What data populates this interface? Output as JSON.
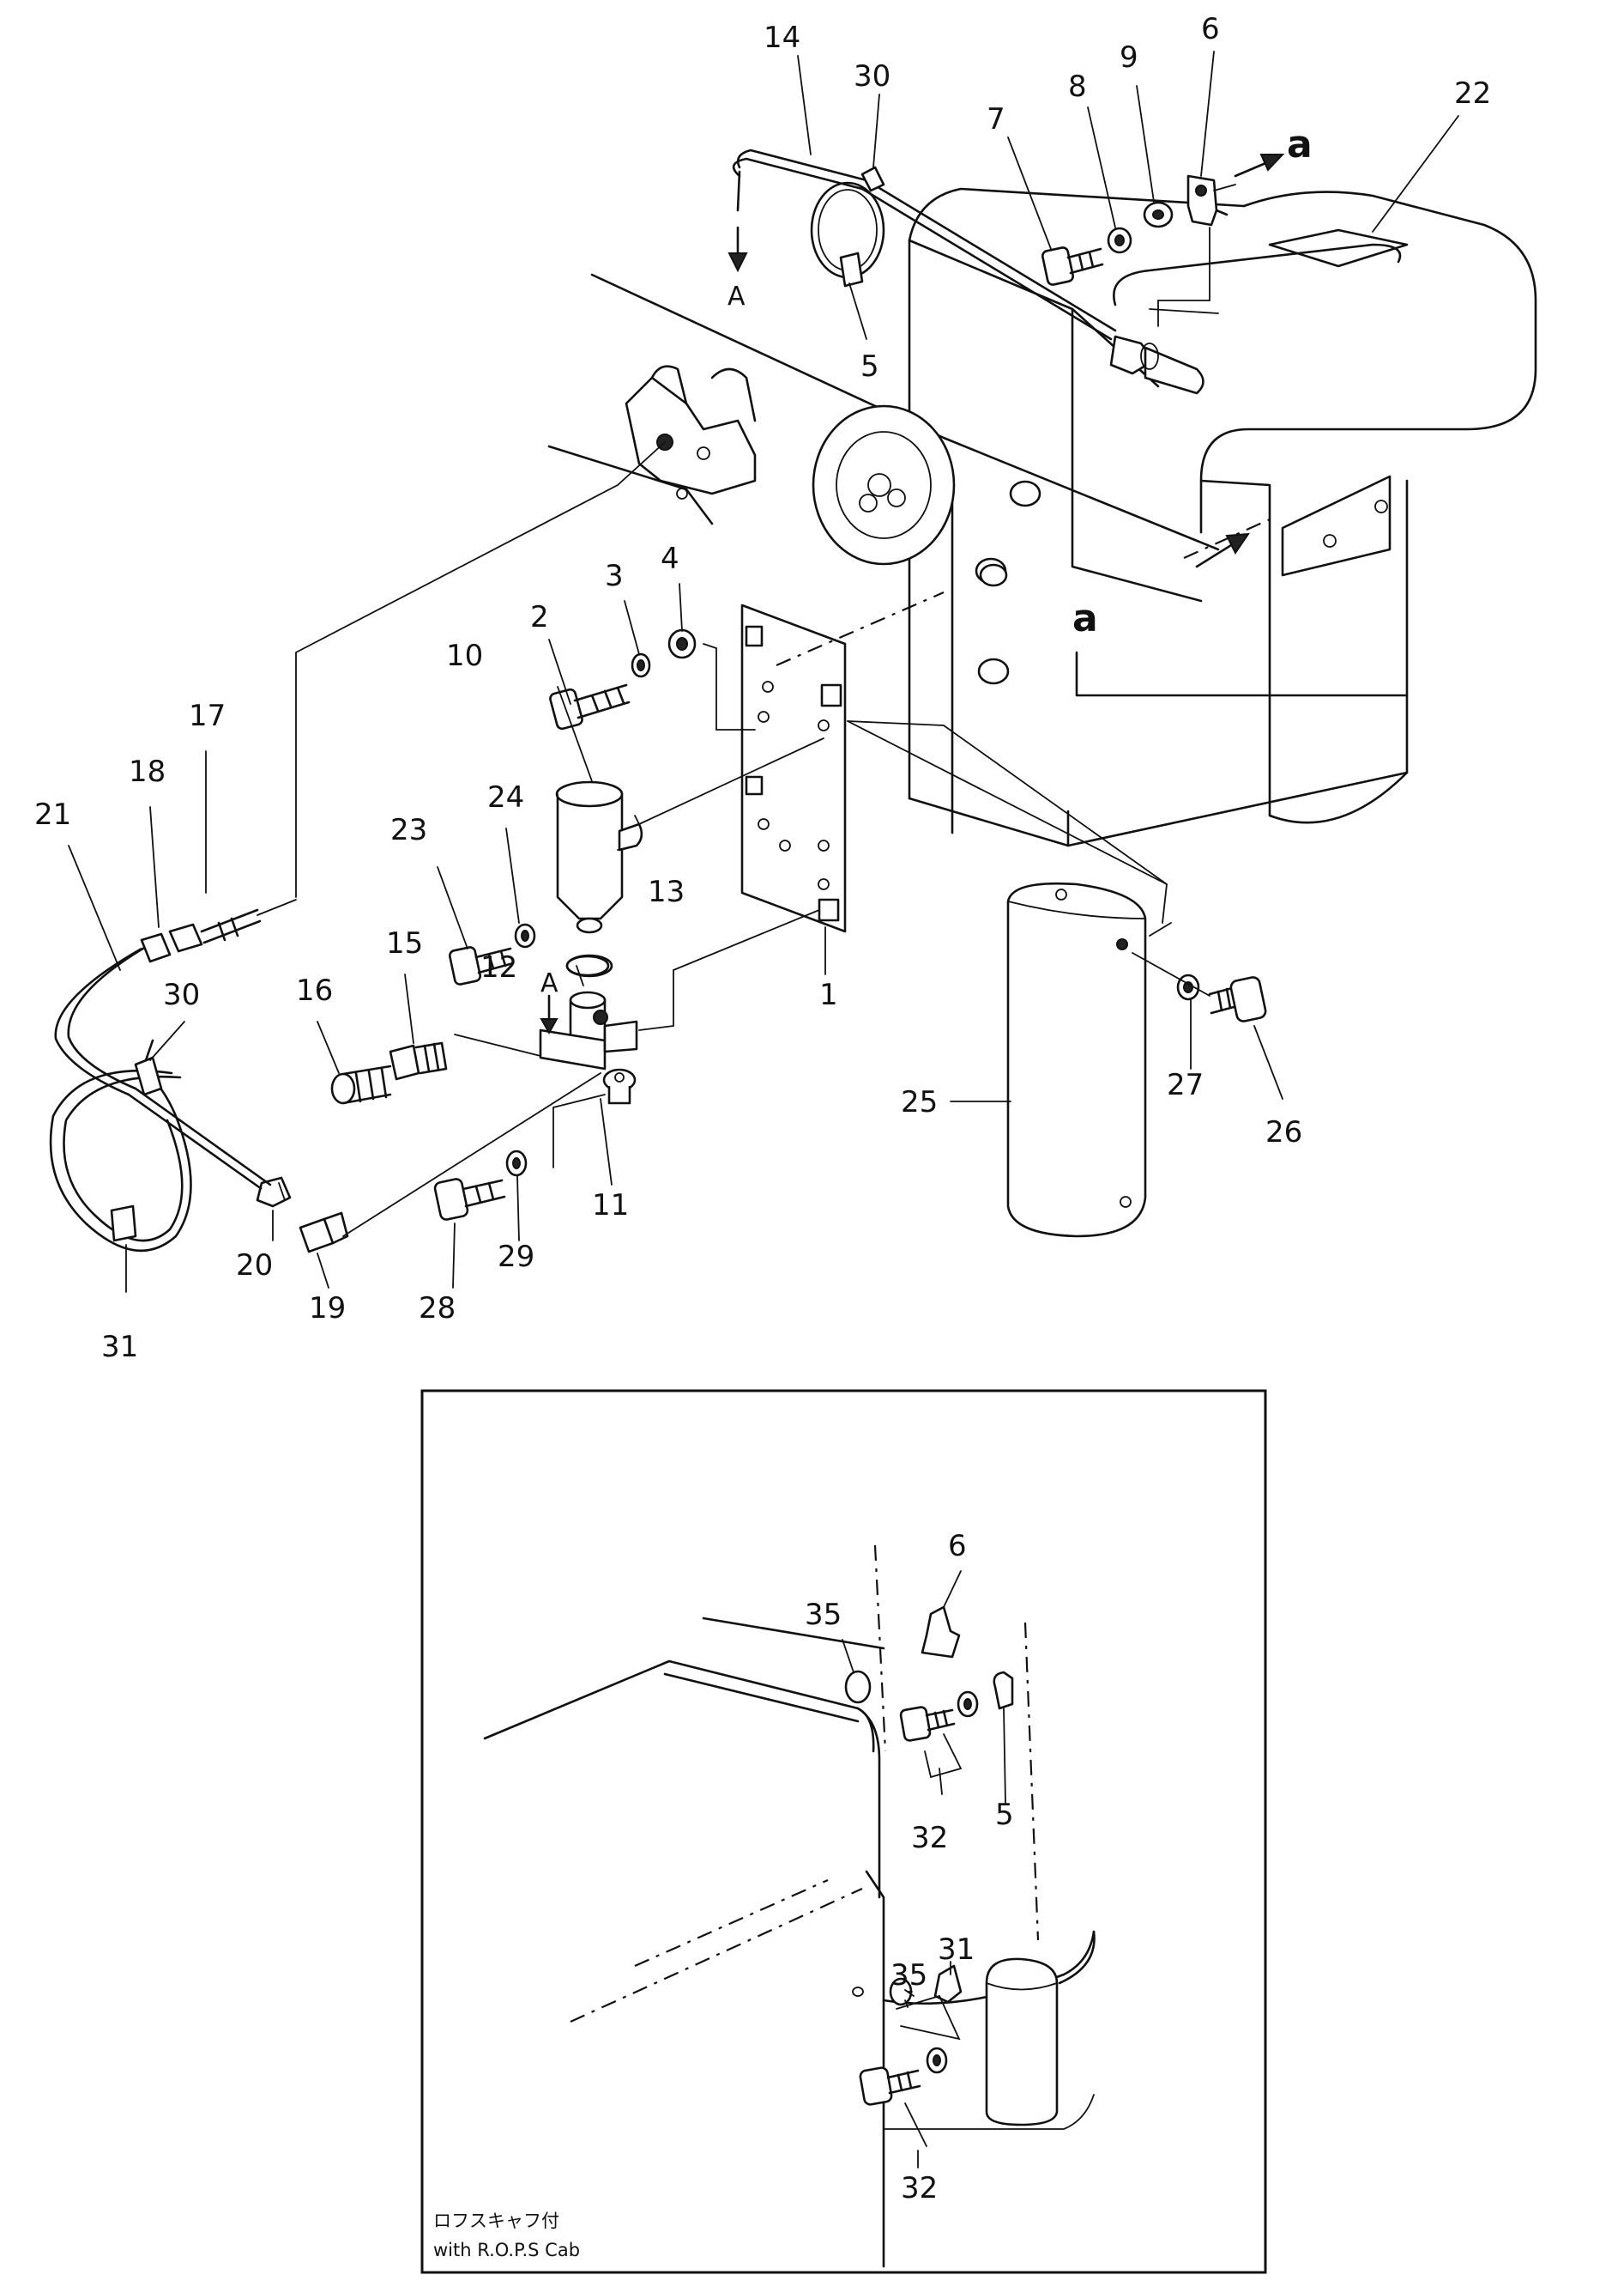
{
  "callouts": {
    "p1": "1",
    "p2": "2",
    "p3": "3",
    "p4": "4",
    "p5": "5",
    "p6": "6",
    "p7": "7",
    "p8": "8",
    "p9": "9",
    "p10": "10",
    "p11": "11",
    "p12": "12",
    "p13": "13",
    "p14": "14",
    "p15": "15",
    "p16": "16",
    "p17": "17",
    "p18": "18",
    "p19": "19",
    "p20": "20",
    "p21": "21",
    "p22": "22",
    "p23": "23",
    "p24": "24",
    "p25": "25",
    "p26": "26",
    "p27": "27",
    "p28": "28",
    "p29": "29",
    "p30": "30",
    "p31": "31",
    "p32": "32",
    "p35": "35"
  },
  "view_markers": {
    "A": "A",
    "a": "a"
  },
  "inset": {
    "caption_jp": "ロフスキャフ付",
    "caption_en": "with R.O.P.S Cab"
  }
}
